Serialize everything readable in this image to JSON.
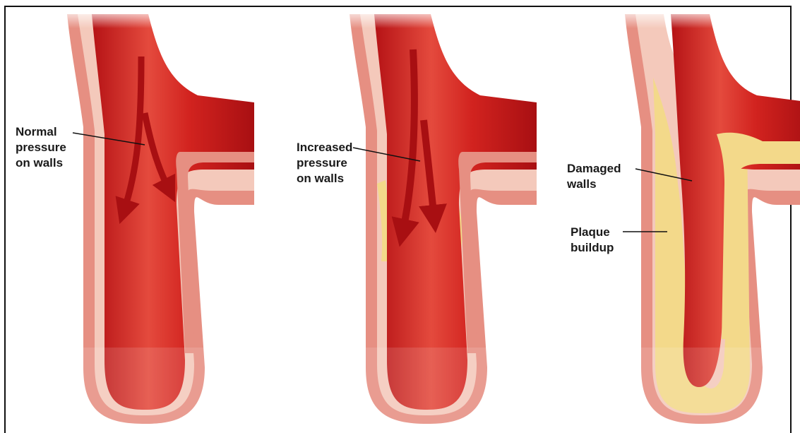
{
  "colors": {
    "vessel_wall": "#e68f82",
    "wall_inner_stripe": "#f4c9bb",
    "blood": "#c8171b",
    "blood_highlight": "#e44a3d",
    "plaque": "#f3d98a",
    "frame": "#111111"
  },
  "panels": [
    {
      "condition": "normal",
      "label": {
        "line1": "Normal",
        "line2": "pressure",
        "line3": "on walls"
      }
    },
    {
      "condition": "increased",
      "label": {
        "line1": "Increased",
        "line2": "pressure",
        "line3": "on walls"
      }
    },
    {
      "condition": "damaged",
      "labels": [
        {
          "line1": "Damaged",
          "line2": "walls"
        },
        {
          "line1": "Plaque",
          "line2": "buildup"
        }
      ]
    }
  ]
}
